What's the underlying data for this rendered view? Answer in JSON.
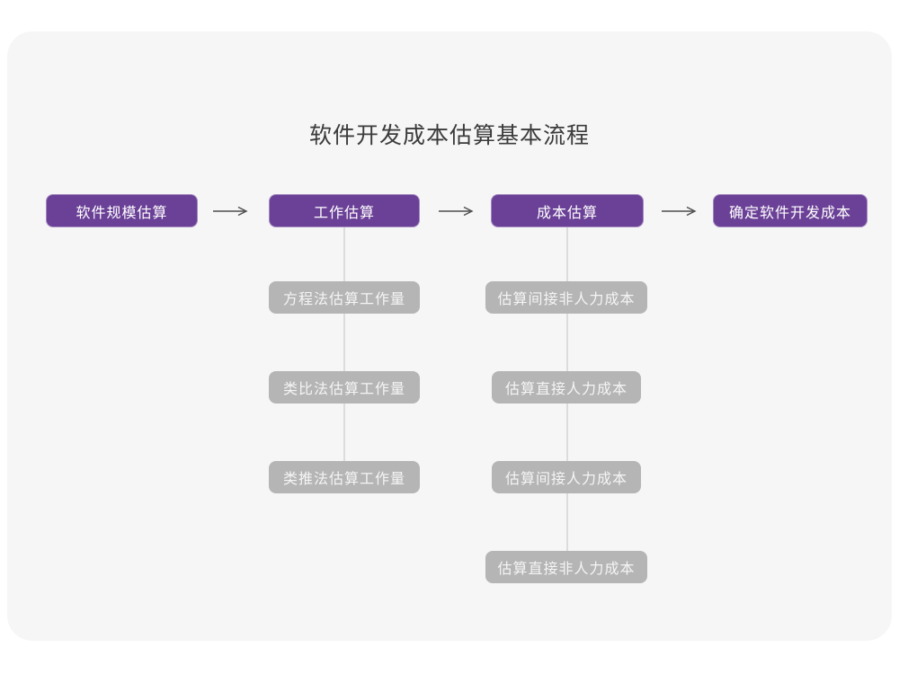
{
  "title": "软件开发成本估算基本流程",
  "colors": {
    "purple": "#6B4197",
    "gray": "#B5B5B5",
    "card_bg": "#F6F6F6",
    "connector": "#DCDCDC",
    "arrow": "#4D4D4D",
    "title_text": "#3B3B3B"
  },
  "flow": {
    "main_nodes": [
      "软件规模估算",
      "工作估算",
      "成本估算",
      "确定软件开发成本"
    ],
    "work_estimation_methods": [
      "方程法估算工作量",
      "类比法估算工作量",
      "类推法估算工作量"
    ],
    "cost_estimation_steps": [
      "估算间接非人力成本",
      "估算直接人力成本",
      "估算间接人力成本",
      "估算直接非人力成本"
    ]
  }
}
